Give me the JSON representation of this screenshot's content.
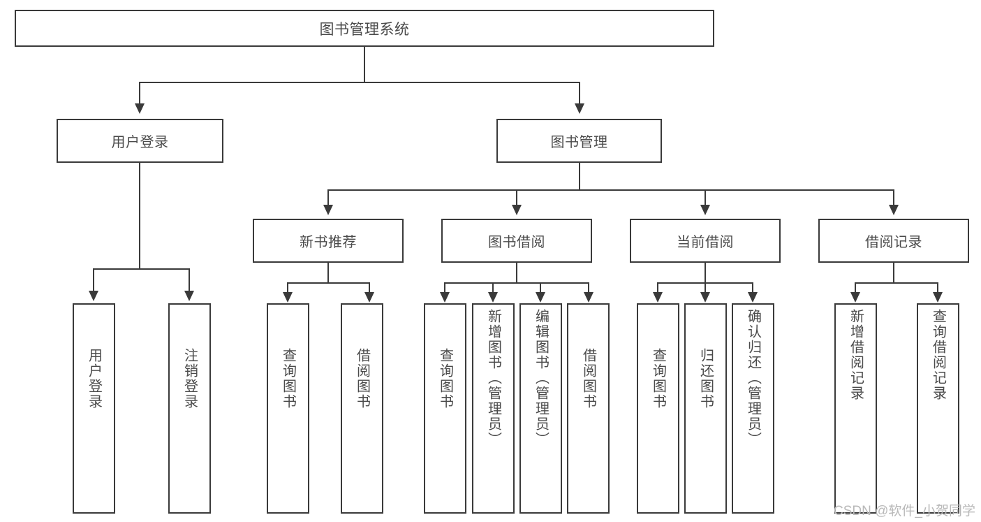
{
  "diagram": {
    "title": "图书管理系统",
    "root": {
      "label": "图书管理系统"
    },
    "level2": [
      {
        "label": "用户登录"
      },
      {
        "label": "图书管理"
      }
    ],
    "level3": [
      {
        "label": "新书推荐"
      },
      {
        "label": "图书借阅"
      },
      {
        "label": "当前借阅"
      },
      {
        "label": "借阅记录"
      }
    ],
    "leaves": [
      {
        "label": "用户登录"
      },
      {
        "label": "注销登录"
      },
      {
        "label": "查询图书"
      },
      {
        "label": "借阅图书"
      },
      {
        "label": "查询图书"
      },
      {
        "label": "新增图书（管理员）"
      },
      {
        "label": "编辑图书（管理员）"
      },
      {
        "label": "借阅图书"
      },
      {
        "label": "查询图书"
      },
      {
        "label": "归还图书"
      },
      {
        "label": "确认归还（管理员）"
      },
      {
        "label": "新增借阅记录"
      },
      {
        "label": "查询借阅记录"
      }
    ]
  },
  "watermark": {
    "text": "CSDN @软件_小贺同学"
  },
  "colors": {
    "stroke": "#3a3a3a",
    "text": "#4a4a4a",
    "background": "#ffffff",
    "watermark": "#b9b9b9"
  }
}
